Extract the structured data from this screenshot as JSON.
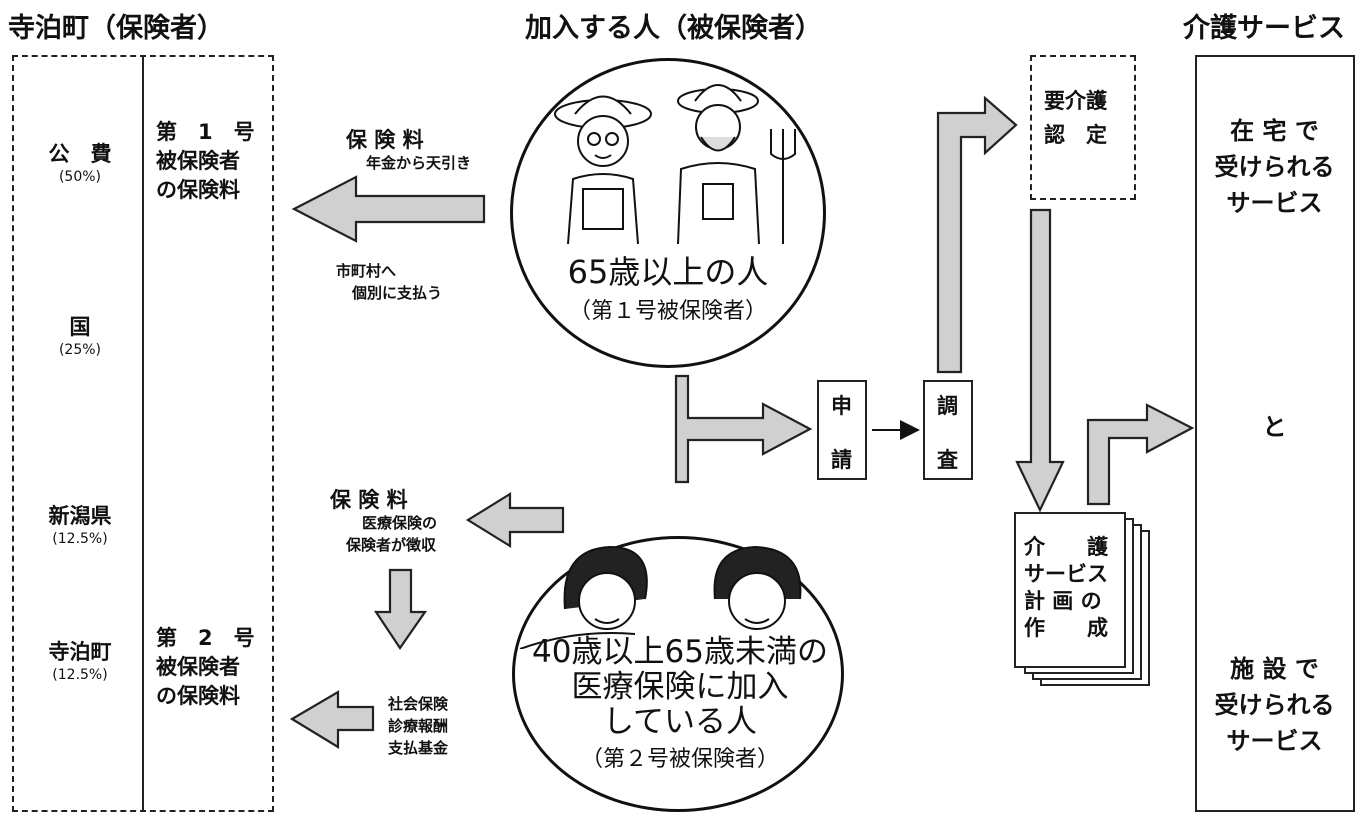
{
  "headers": {
    "insurer": "寺泊町（保険者）",
    "insured": "加入する人（被保険者）",
    "services": "介護サービス"
  },
  "funding": [
    {
      "name": "公　費",
      "pct": "(50%)"
    },
    {
      "name": "国",
      "pct": "(25%)"
    },
    {
      "name": "新潟県",
      "pct": "(12.5%)"
    },
    {
      "name": "寺泊町",
      "pct": "(12.5%)"
    }
  ],
  "premium1_box": [
    "第　1　号",
    "被保険者",
    "の保険料"
  ],
  "premium2_box": [
    "第　2　号",
    "被保険者",
    "の保険料"
  ],
  "flow1": {
    "title": "保 険 料",
    "sub": "年金から天引き",
    "note": [
      "市町村へ",
      "個別に支払う"
    ]
  },
  "flow2": {
    "title": "保 険 料",
    "sub": [
      "医療保険の",
      "保険者が徴収"
    ],
    "fund": [
      "社会保険",
      "診療報酬",
      "支払基金"
    ]
  },
  "insured1": {
    "main": "65歳以上の人",
    "sub": "（第１号被保険者）"
  },
  "insured2": {
    "main": [
      "40歳以上65歳未満の",
      "医療保険に加入",
      "している人"
    ],
    "sub": "（第２号被保険者）"
  },
  "steps": {
    "apply": [
      "申",
      "請"
    ],
    "survey": [
      "調",
      "査"
    ],
    "cert": [
      "要介護",
      "認　定"
    ],
    "plan": [
      "介　　護",
      "サービス",
      "計 画 の",
      "作　　成"
    ]
  },
  "service_home": [
    "在 宅 で",
    "受けられる",
    "サービス"
  ],
  "service_and": "と",
  "service_facility": [
    "施 設 で",
    "受けられる",
    "サービス"
  ]
}
